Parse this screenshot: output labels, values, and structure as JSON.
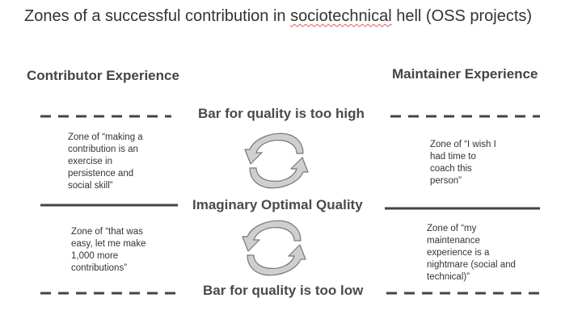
{
  "title": {
    "before": "Zones of a successful contribution in ",
    "flagged": "sociotechnical",
    "after": " hell (OSS projects)"
  },
  "columns": {
    "left": "Contributor Experience",
    "right": "Maintainer Experience"
  },
  "bars": {
    "high": "Bar for quality is too high",
    "optimal": "Imaginary Optimal Quality",
    "low": "Bar for quality is too low"
  },
  "zones": {
    "contributor_high": "Zone of “making a contribution is an exercise in persistence and social skill”",
    "maintainer_high": "Zone of “I wish I had time to coach this person”",
    "contributor_low": "Zone of “that was easy, let me make 1,000 more contributions”",
    "maintainer_low": "Zone of “my maintenance experience is a nightmare (social and technical)”"
  },
  "icons": {
    "cycle": "refresh-cycle-arrows"
  },
  "colors": {
    "line": "#444444",
    "arrow_fill": "#cfcfcf",
    "arrow_stroke": "#777777",
    "spell_underline": "#e05a5a"
  }
}
